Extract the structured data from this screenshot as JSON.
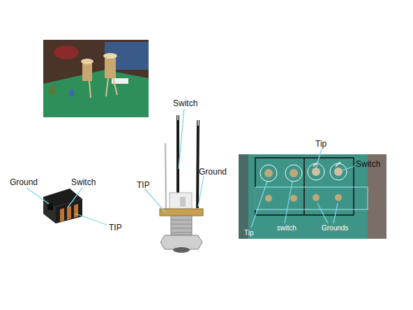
{
  "diagram": {
    "labels": [
      "Switch",
      "Tip",
      "Switch",
      "Ground",
      "Switch",
      "Ground",
      "TIP",
      "TIP",
      "Tip",
      "switch",
      "Grounds"
    ]
  }
}
